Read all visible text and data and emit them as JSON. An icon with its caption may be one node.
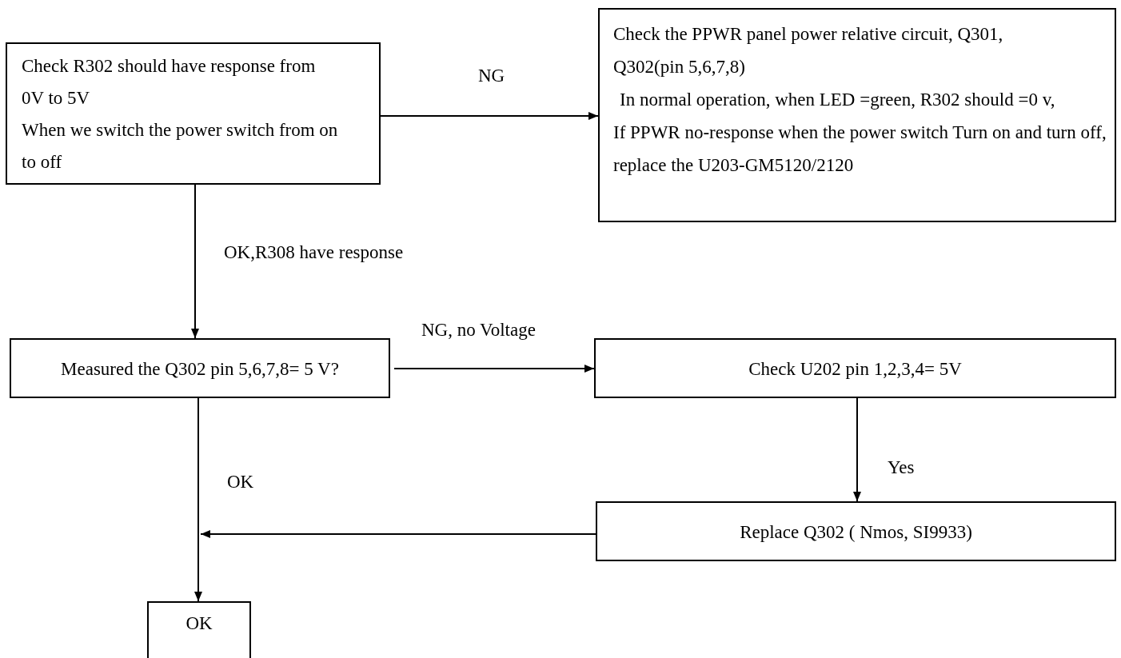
{
  "diagram": {
    "nodes": [
      {
        "text": [
          "Check R302 should have response from 0V to 5V",
          "When we switch the power switch from on to off"
        ]
      },
      {
        "text": [
          "Check the PPWR panel power relative circuit, Q301, Q302(pin 5,6,7,8)",
          "In normal operation, when LED =green, R302 should =0 v,",
          "If PPWR no-response when the power switch Turn on and turn off, replace the U203-GM5120/2120"
        ]
      },
      {
        "text": [
          "Measured the Q302 pin 5,6,7,8= 5 V?"
        ]
      },
      {
        "text": [
          "Check U202 pin 1,2,3,4= 5V"
        ]
      },
      {
        "text": [
          "Replace Q302 ( Nmos, SI9933)"
        ]
      },
      {
        "text": [
          "OK"
        ]
      }
    ],
    "edges": [
      {
        "from": 0,
        "to": 1,
        "arrow": "to",
        "label": "NG"
      },
      {
        "from": 0,
        "to": 2,
        "arrow": "to",
        "label": "OK,R308 have response"
      },
      {
        "from": 2,
        "to": 3,
        "arrow": "to",
        "label": "NG, no Voltage"
      },
      {
        "from": 3,
        "to": 4,
        "arrow": "to",
        "label": "Yes"
      },
      {
        "from": 2,
        "to": 5,
        "arrow": "to",
        "label": "OK"
      },
      {
        "from": 4,
        "to": 5,
        "arrow": "to"
      }
    ]
  }
}
